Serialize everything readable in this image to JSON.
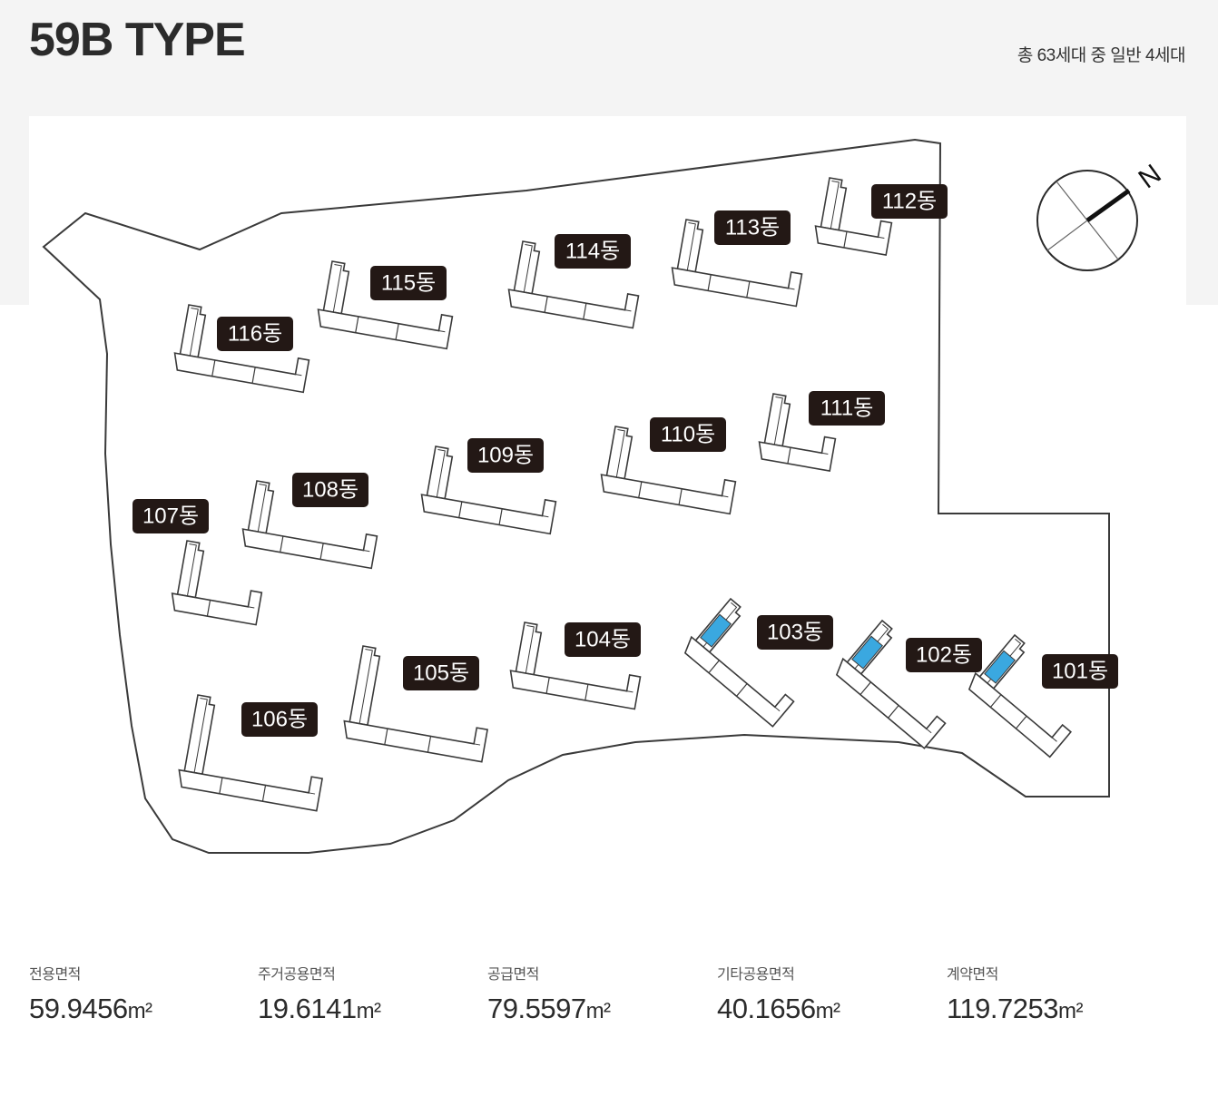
{
  "header": {
    "title": "59B TYPE",
    "summary": "총 63세대 중 일반 4세대"
  },
  "compass": {
    "north_label": "N"
  },
  "buildings": [
    {
      "label": "101동",
      "highlighted": true
    },
    {
      "label": "102동",
      "highlighted": true
    },
    {
      "label": "103동",
      "highlighted": true
    },
    {
      "label": "104동",
      "highlighted": false
    },
    {
      "label": "105동",
      "highlighted": false
    },
    {
      "label": "106동",
      "highlighted": false
    },
    {
      "label": "107동",
      "highlighted": false
    },
    {
      "label": "108동",
      "highlighted": false
    },
    {
      "label": "109동",
      "highlighted": false
    },
    {
      "label": "110동",
      "highlighted": false
    },
    {
      "label": "111동",
      "highlighted": false
    },
    {
      "label": "112동",
      "highlighted": false
    },
    {
      "label": "113동",
      "highlighted": false
    },
    {
      "label": "114동",
      "highlighted": false
    },
    {
      "label": "115동",
      "highlighted": false
    },
    {
      "label": "116동",
      "highlighted": false
    }
  ],
  "areas": [
    {
      "label": "전용면적",
      "value": "59.9456",
      "unit": "m²"
    },
    {
      "label": "주거공용면적",
      "value": "19.6141",
      "unit": "m²"
    },
    {
      "label": "공급면적",
      "value": "79.5597",
      "unit": "m²"
    },
    {
      "label": "기타공용면적",
      "value": "40.1656",
      "unit": "m²"
    },
    {
      "label": "계약면적",
      "value": "119.7253",
      "unit": "m²"
    }
  ],
  "colors": {
    "highlight": "#3aa8e0",
    "label_bg": "#231815",
    "label_text": "#ffffff",
    "line": "#3a3a3a"
  }
}
